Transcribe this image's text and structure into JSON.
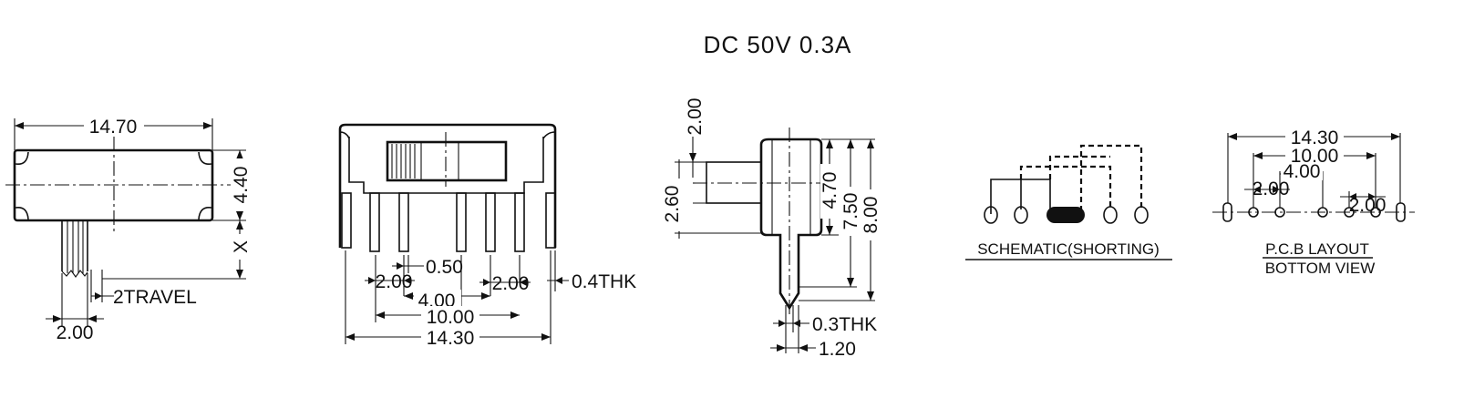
{
  "rating": "DC  50V  0.3A",
  "front_view": {
    "width": "14.70",
    "height": "4.40",
    "x_label": "X",
    "travel": "2TRAVEL",
    "actuator": "2.00"
  },
  "side_view": {
    "pin_gap": "0.50",
    "pitch_left": "2.00",
    "pitch_right": "2.00",
    "thickness": "0.4THK",
    "inner_span": "4.00",
    "mid_span": "10.00",
    "overall": "14.30"
  },
  "end_view": {
    "knob_top": "2.00",
    "knob_height": "2.60",
    "body_height": "4.70",
    "total_height": "7.50",
    "overall_height": "8.00",
    "pin_thickness": "0.3THK",
    "pin_width": "1.20"
  },
  "schematic": {
    "label": "SCHEMATIC(SHORTING)"
  },
  "pcb": {
    "title": "P.C.B LAYOUT",
    "subtitle": "BOTTOM VIEW",
    "overall": "14.30",
    "mid": "10.00",
    "inner": "4.00",
    "left_pitch": "2.00",
    "right_pitch": "2.00"
  }
}
